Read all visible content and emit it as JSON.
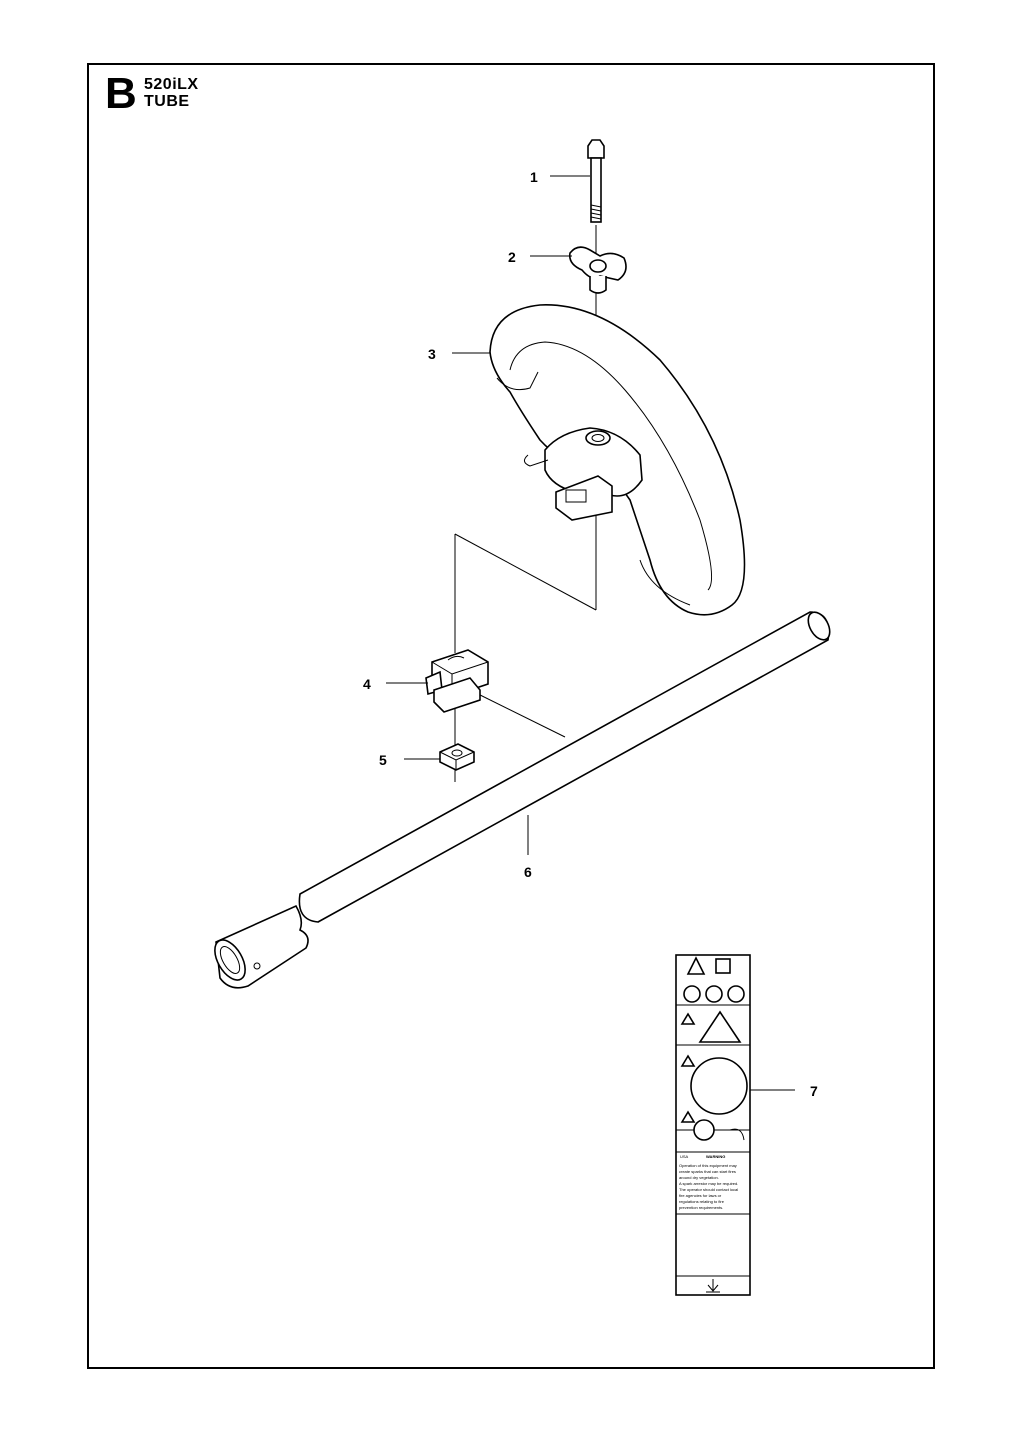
{
  "header": {
    "section_letter": "B",
    "model": "520iLX",
    "section": "TUBE"
  },
  "callouts": [
    "1",
    "2",
    "3",
    "4",
    "5",
    "6",
    "7"
  ],
  "decal": {
    "usa_text": "USA",
    "warning_title": "WARNING",
    "warning_body": [
      "Operation of this equipment may",
      "create sparks that can start fires",
      "around dry vegetation.",
      "A spark arrestor may be required.",
      "The operator should contact local",
      "fire agencies for laws or",
      "regulations relating to fire",
      "prevention requirements."
    ]
  }
}
